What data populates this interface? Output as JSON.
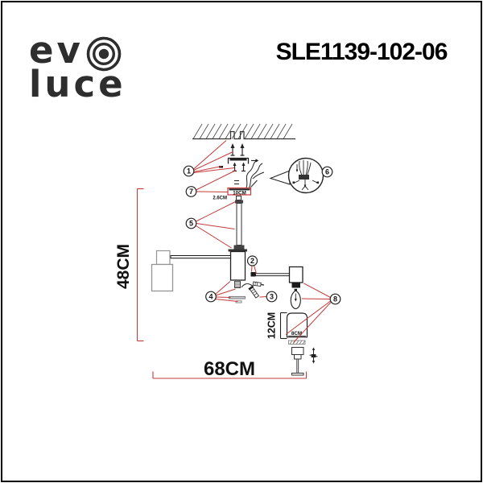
{
  "brand": {
    "logo_top": "ev",
    "logo_bottom": "luce"
  },
  "header": {
    "model": "SLE1139-102-06"
  },
  "diagram": {
    "dim_height": "48CM",
    "dim_width": "68CM",
    "dim_shade_height": "12CM",
    "dim_shade_width": "8CM",
    "dim_canopy_width": "10CM",
    "dim_canopy_height": "2.6CM",
    "callouts": {
      "c1": "1",
      "c2": "2",
      "c3": "3",
      "c4": "4",
      "c5": "5",
      "c6": "6",
      "c7": "7",
      "c8": "8"
    },
    "colors": {
      "leader_red": "#c43a3a",
      "ink": "#1a1a1a"
    }
  }
}
